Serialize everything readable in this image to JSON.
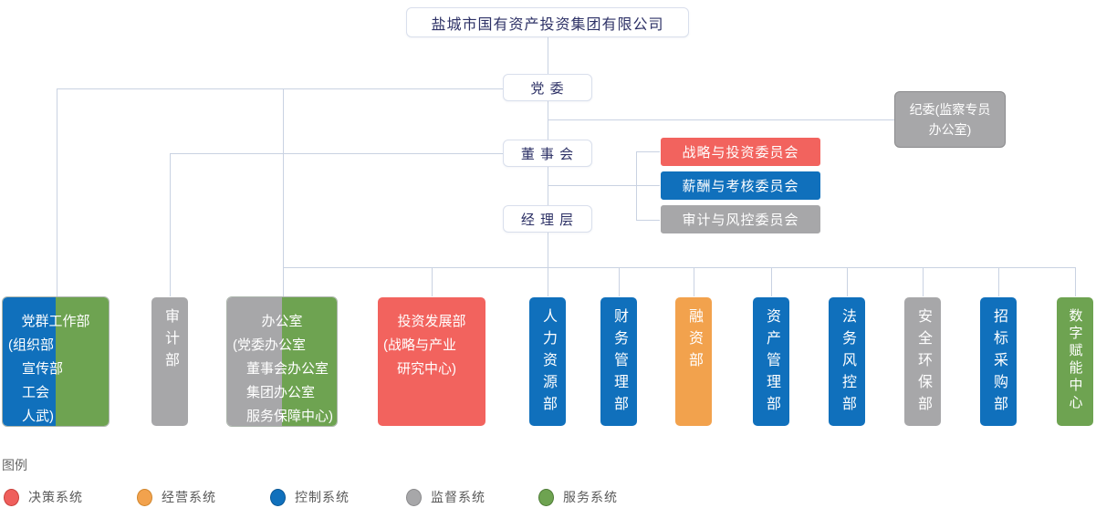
{
  "root": {
    "label": "盐城市国有资产投资集团有限公司"
  },
  "governance": {
    "party": {
      "label": "党 委"
    },
    "board": {
      "label": "董 事 会"
    },
    "management": {
      "label": "经 理 层"
    }
  },
  "discipline": {
    "label": "纪委(监察专员办公室)",
    "system": "supervision"
  },
  "committees": [
    {
      "label": "战略与投资委员会",
      "system": "decision"
    },
    {
      "label": "薪酬与考核委员会",
      "system": "control"
    },
    {
      "label": "审计与风控委员会",
      "system": "supervision"
    }
  ],
  "departments": [
    {
      "label": "党群工作部(组织部 宣传部 工会 人武)",
      "lines": [
        "党群工作部",
        "(组织部",
        "宣传部",
        "工会",
        "人武)"
      ],
      "systems": [
        "control",
        "service"
      ],
      "orientation": "horizontal"
    },
    {
      "label": "审计部",
      "systems": [
        "supervision"
      ],
      "orientation": "vertical"
    },
    {
      "label": "办公室(党委办公室 董事会办公室 集团办公室 服务保障中心)",
      "lines": [
        "办公室",
        "(党委办公室",
        "董事会办公室",
        "集团办公室",
        "服务保障中心)"
      ],
      "systems": [
        "supervision",
        "service"
      ],
      "orientation": "horizontal"
    },
    {
      "label": "投资发展部(战略与产业研究中心)",
      "lines": [
        "投资发展部",
        "(战略与产业",
        "研究中心)"
      ],
      "systems": [
        "decision"
      ],
      "orientation": "horizontal"
    },
    {
      "label": "人力资源部",
      "systems": [
        "control"
      ],
      "orientation": "vertical"
    },
    {
      "label": "财务管理部",
      "systems": [
        "control"
      ],
      "orientation": "vertical"
    },
    {
      "label": "融资部",
      "systems": [
        "operation"
      ],
      "orientation": "vertical"
    },
    {
      "label": "资产管理部",
      "systems": [
        "control"
      ],
      "orientation": "vertical"
    },
    {
      "label": "法务风控部",
      "systems": [
        "control"
      ],
      "orientation": "vertical"
    },
    {
      "label": "安全环保部",
      "systems": [
        "supervision"
      ],
      "orientation": "vertical"
    },
    {
      "label": "招标采购部",
      "systems": [
        "control"
      ],
      "orientation": "vertical"
    },
    {
      "label": "数字赋能中心",
      "systems": [
        "service"
      ],
      "orientation": "vertical"
    }
  ],
  "legend": {
    "title": "图例",
    "items": [
      {
        "label": "决策系统",
        "system": "decision",
        "color": "#f2635e"
      },
      {
        "label": "经营系统",
        "system": "operation",
        "color": "#f2a24d"
      },
      {
        "label": "控制系统",
        "system": "control",
        "color": "#1070bc"
      },
      {
        "label": "监督系统",
        "system": "supervision",
        "color": "#a7a7a9"
      },
      {
        "label": "服务系统",
        "system": "service",
        "color": "#6ea351"
      }
    ]
  },
  "colors": {
    "decision": "#f2635e",
    "operation": "#f2a24d",
    "control": "#1070bc",
    "supervision": "#a7a7a9",
    "service": "#6ea351",
    "connector": "#c9d2e2"
  }
}
